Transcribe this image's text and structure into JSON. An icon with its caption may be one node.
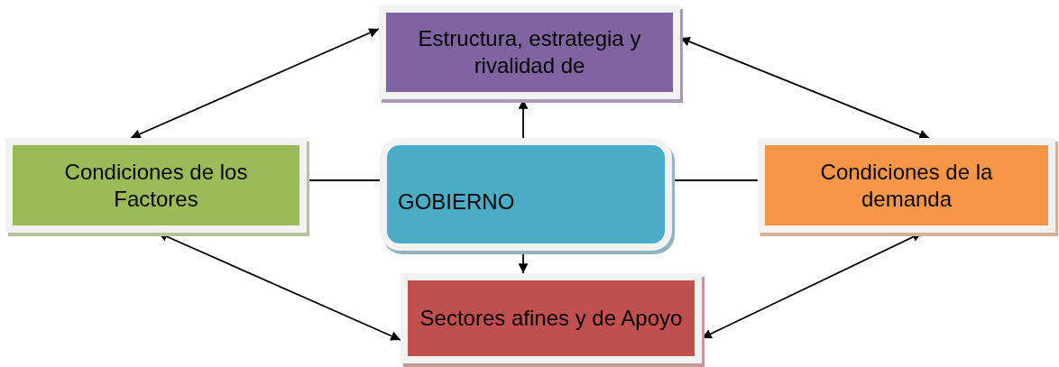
{
  "diagram": {
    "nodes": [
      {
        "text": [
          "Estructura, estrategia y rivalidad de"
        ]
      },
      {
        "text": [
          "Condiciones de los Factores"
        ]
      },
      {
        "text": [
          "GOBIERNO"
        ]
      },
      {
        "text": [
          "Condiciones de la demanda"
        ]
      },
      {
        "text": [
          "Sectores afines y de Apoyo"
        ]
      }
    ],
    "edges": [
      {
        "from": 0,
        "to": 1,
        "arrow": "both"
      },
      {
        "from": 0,
        "to": 3,
        "arrow": "both"
      },
      {
        "from": 1,
        "to": 4,
        "arrow": "both"
      },
      {
        "from": 3,
        "to": 4,
        "arrow": "both"
      },
      {
        "from": 2,
        "to": 0,
        "arrow": "to"
      },
      {
        "from": 2,
        "to": 4,
        "arrow": "to"
      },
      {
        "from": 1,
        "to": 2,
        "arrow": "none"
      },
      {
        "from": 2,
        "to": 3,
        "arrow": "none"
      }
    ]
  }
}
